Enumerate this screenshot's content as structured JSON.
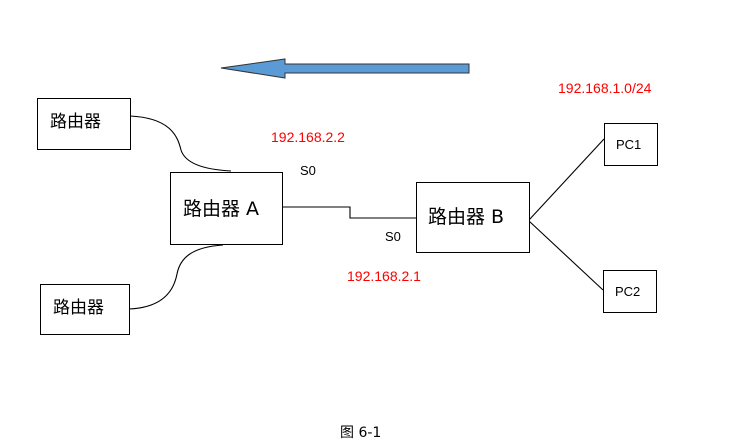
{
  "diagram": {
    "routers": {
      "top_left": "路由器",
      "bottom_left": "路由器",
      "router_a": "路由器 A",
      "router_b": "路由器 B"
    },
    "pcs": {
      "pc1": "PC1",
      "pc2": "PC2"
    },
    "addresses": {
      "router_a_s0": "192.168.2.2",
      "router_b_s0": "192.168.2.1",
      "lan": "192.168.1.0/24"
    },
    "ports": {
      "router_a_port": "S0",
      "router_b_port": "S0"
    },
    "arrow": {
      "direction": "left",
      "color": "#5b9bd5"
    },
    "caption": "图 6-1"
  }
}
